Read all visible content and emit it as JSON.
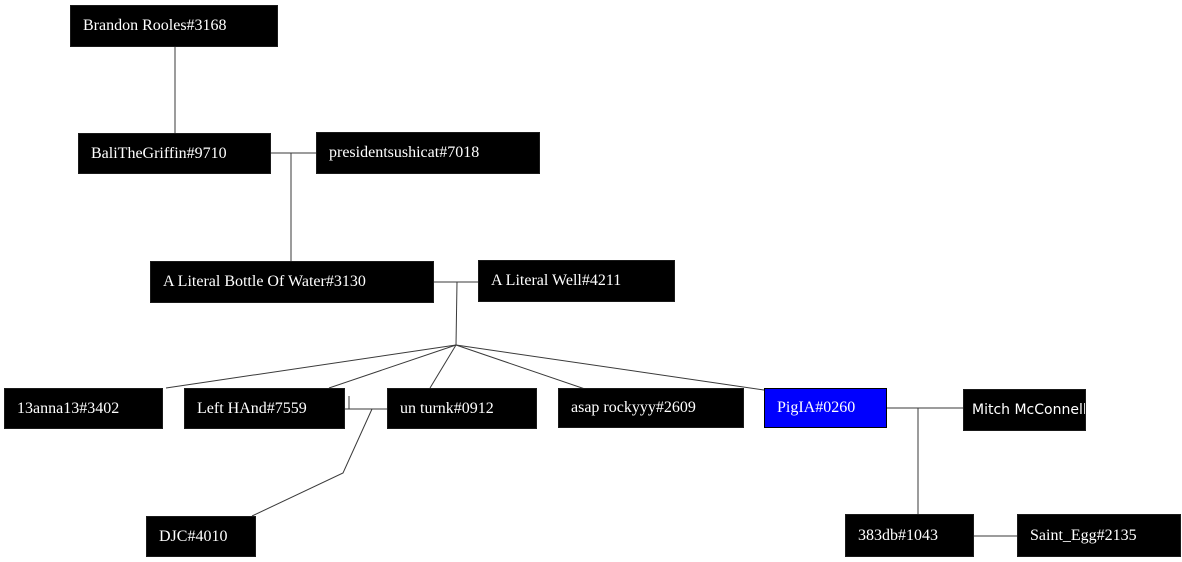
{
  "diagram": {
    "kind": "family-tree",
    "background_color": "#ffffff",
    "line_color": "#3a3a3a"
  },
  "colors": {
    "node_background": "#000000",
    "node_text": "#ffffff",
    "selected_node_background": "#0000fe",
    "selected_node_text": "#ffffff"
  },
  "nodes": [
    {
      "label": "Brandon Rooles#3168",
      "selected": false
    },
    {
      "label": "BaliTheGriffin#9710",
      "selected": false
    },
    {
      "label": "presidentsushicat#7018",
      "selected": false
    },
    {
      "label": "A Literal Bottle Of Water#3130",
      "selected": false
    },
    {
      "label": "A Literal Well#4211",
      "selected": false
    },
    {
      "label": "13anna13#3402",
      "selected": false
    },
    {
      "label": "Left HAnd#7559",
      "selected": false
    },
    {
      "label": "un turnk#0912",
      "selected": false
    },
    {
      "label": "asap rockyyy#2609",
      "selected": false
    },
    {
      "label": "PigIA#0260",
      "selected": true
    },
    {
      "label": "Mitch McConnell",
      "selected": false
    },
    {
      "label": "DJC#4010",
      "selected": false
    },
    {
      "label": "383db#1043",
      "selected": false
    },
    {
      "label": "Saint_Egg#2135",
      "selected": false
    }
  ],
  "edges": [
    {
      "type": "parent-child",
      "from": "Brandon Rooles#3168",
      "to": "BaliTheGriffin#9710"
    },
    {
      "type": "partners",
      "from": "BaliTheGriffin#9710",
      "to": "presidentsushicat#7018"
    },
    {
      "type": "parent-child",
      "from": "BaliTheGriffin#9710 + presidentsushicat#7018",
      "to": "A Literal Bottle Of Water#3130"
    },
    {
      "type": "partners",
      "from": "A Literal Bottle Of Water#3130",
      "to": "A Literal Well#4211"
    },
    {
      "type": "parent-child",
      "from": "A Literal Bottle Of Water#3130 + A Literal Well#4211",
      "to": "13anna13#3402"
    },
    {
      "type": "parent-child",
      "from": "A Literal Bottle Of Water#3130 + A Literal Well#4211",
      "to": "Left HAnd#7559"
    },
    {
      "type": "parent-child",
      "from": "A Literal Bottle Of Water#3130 + A Literal Well#4211",
      "to": "un turnk#0912"
    },
    {
      "type": "parent-child",
      "from": "A Literal Bottle Of Water#3130 + A Literal Well#4211",
      "to": "asap rockyyy#2609"
    },
    {
      "type": "parent-child",
      "from": "A Literal Bottle Of Water#3130 + A Literal Well#4211",
      "to": "PigIA#0260"
    },
    {
      "type": "partners",
      "from": "Left HAnd#7559",
      "to": "un turnk#0912"
    },
    {
      "type": "parent-child",
      "from": "Left HAnd#7559 + un turnk#0912",
      "to": "DJC#4010"
    },
    {
      "type": "partners",
      "from": "PigIA#0260",
      "to": "Mitch McConnell"
    },
    {
      "type": "parent-child",
      "from": "PigIA#0260 + Mitch McConnell",
      "to": "383db#1043"
    },
    {
      "type": "partners",
      "from": "383db#1043",
      "to": "Saint_Egg#2135"
    }
  ]
}
